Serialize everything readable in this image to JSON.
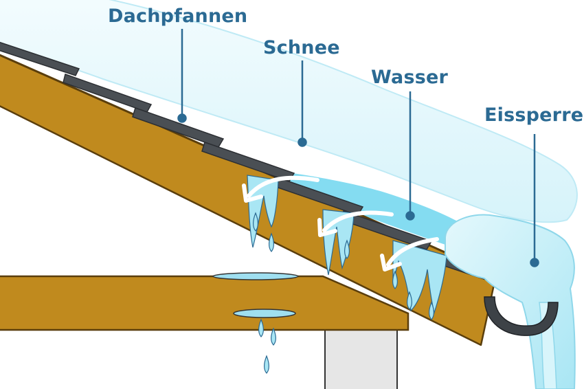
{
  "labels": {
    "dachpfannen": "Dachpfannen",
    "schnee": "Schnee",
    "wasser": "Wasser",
    "eissperre": "Eissperre"
  },
  "colors": {
    "label": "#2b6a93",
    "wood": "#c08a1e",
    "wood_outline": "#5a3e0c",
    "snow": "#e8f9fd",
    "water": "#6fd6ee",
    "ice": "#c6f0f9",
    "shingle": "#4a4f54",
    "gutter": "#3d4247",
    "post": "#e6e6e6"
  }
}
